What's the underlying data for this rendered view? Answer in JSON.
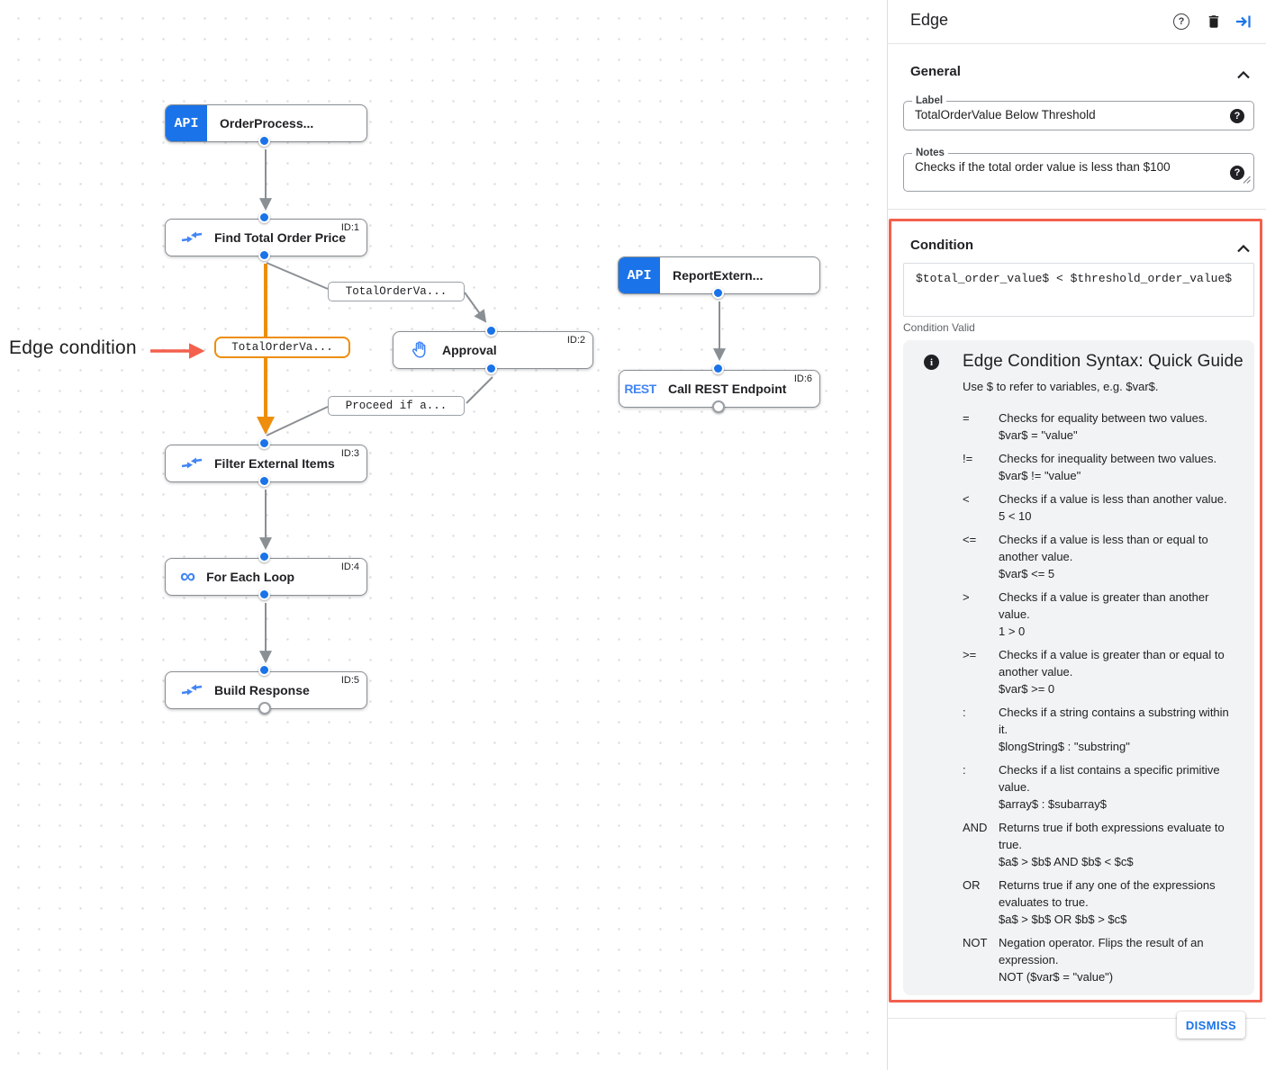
{
  "colors": {
    "accent_blue": "#1a73e8",
    "icon_blue": "#4285f4",
    "edge_orange": "#ee8e0c",
    "highlight_red": "#f3604d"
  },
  "canvas": {
    "annotation": "Edge condition",
    "nodes": [
      {
        "badge": "API",
        "label": "OrderProcess...",
        "id": ""
      },
      {
        "icon": "data-mapping-icon",
        "label": "Find Total Order Price",
        "id": "ID:1"
      },
      {
        "icon": "approval-hand-icon",
        "label": "Approval",
        "id": "ID:2"
      },
      {
        "badge": "API",
        "label": "ReportExtern...",
        "id": ""
      },
      {
        "badge": "REST",
        "label": "Call REST Endpoint",
        "id": "ID:6"
      },
      {
        "icon": "data-mapping-icon",
        "label": "Filter External Items",
        "id": "ID:3"
      },
      {
        "icon": "loop-icon",
        "loop_glyph": "∞",
        "label": "For Each Loop",
        "id": "ID:4"
      },
      {
        "icon": "data-mapping-icon",
        "label": "Build Response",
        "id": "ID:5"
      }
    ],
    "edge_labels": [
      {
        "text": "TotalOrderVa...",
        "style": "plain"
      },
      {
        "text": "TotalOrderVa...",
        "style": "highlighted-orange"
      },
      {
        "text": "Proceed if a...",
        "style": "plain"
      }
    ]
  },
  "panel": {
    "title": "Edge",
    "general": {
      "section_label": "General",
      "label_field": {
        "label": "Label",
        "value": "TotalOrderValue Below Threshold"
      },
      "notes_field": {
        "label": "Notes",
        "value": "Checks if the total order value is less than $100"
      }
    },
    "condition": {
      "section_label": "Condition",
      "expression": "$total_order_value$ < $threshold_order_value$",
      "status": "Condition Valid",
      "guide": {
        "title": "Edge Condition Syntax: Quick Guide",
        "intro": "Use $ to refer to variables, e.g. $var$.",
        "rows": [
          {
            "op": "=",
            "desc": "Checks for equality between two values.",
            "example": "$var$ = \"value\""
          },
          {
            "op": "!=",
            "desc": "Checks for inequality between two values.",
            "example": "$var$ != \"value\""
          },
          {
            "op": "<",
            "desc": "Checks if a value is less than another value.",
            "example": "5 < 10"
          },
          {
            "op": "<=",
            "desc": "Checks if a value is less than or equal to another value.",
            "example": "$var$ <= 5"
          },
          {
            "op": ">",
            "desc": "Checks if a value is greater than another value.",
            "example": "1 > 0"
          },
          {
            "op": ">=",
            "desc": "Checks if a value is greater than or equal to another value.",
            "example": "$var$ >= 0"
          },
          {
            "op": ":",
            "desc": "Checks if a string contains a substring within it.",
            "example": "$longString$ : \"substring\""
          },
          {
            "op": ":",
            "desc": "Checks if a list contains a specific primitive value.",
            "example": "$array$ : $subarray$"
          },
          {
            "op": "AND",
            "desc": "Returns true if both expressions evaluate to true.",
            "example": "$a$ > $b$ AND $b$ < $c$"
          },
          {
            "op": "OR",
            "desc": "Returns true if any one of the expressions evaluates to true.",
            "example": "$a$ > $b$ OR $b$ > $c$"
          },
          {
            "op": "NOT",
            "desc": "Negation operator. Flips the result of an expression.",
            "example": "NOT ($var$ = \"value\")"
          }
        ]
      }
    },
    "dismiss_label": "DISMISS"
  }
}
